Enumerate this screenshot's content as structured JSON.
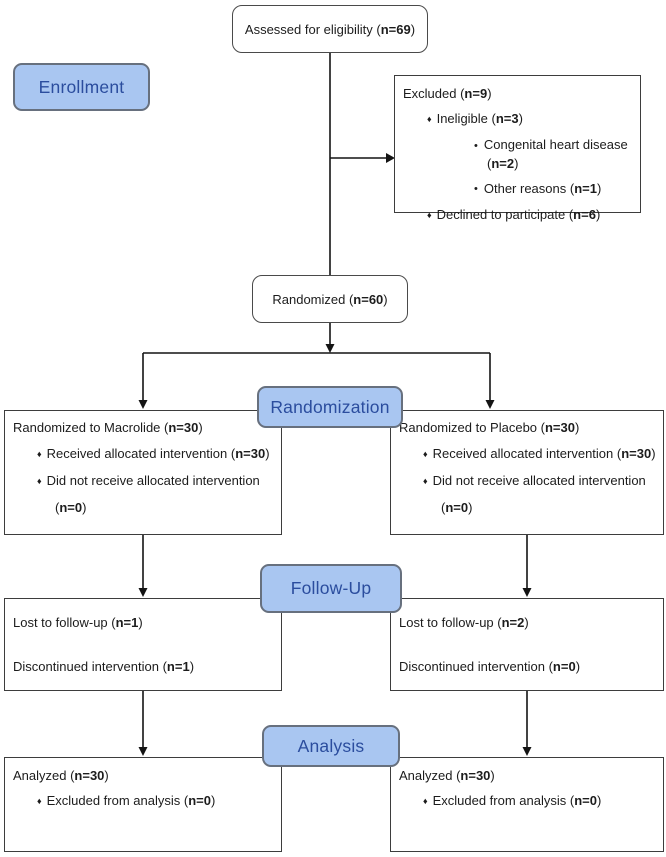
{
  "stages": {
    "enrollment": "Enrollment",
    "randomization": "Randomization",
    "follow_up": "Follow-Up",
    "analysis": "Analysis"
  },
  "flow": {
    "assessed": {
      "text": "Assessed for eligibility (**n=69**)"
    },
    "excluded": {
      "lines": [
        {
          "b": null,
          "t": "Excluded (**n=9**)"
        },
        {
          "b": "d",
          "t": "Ineligible (**n=3**)"
        },
        {
          "b": "c",
          "t": "Congenital heart disease (**n=2**)"
        },
        {
          "b": "c",
          "t": "Other reasons (**n=1**)"
        },
        {
          "b": "d",
          "t": "Declined to participate (**n=6**)"
        }
      ]
    },
    "randomized": {
      "text": "Randomized (**n=60**)"
    },
    "arm_left": {
      "lines": [
        {
          "b": null,
          "t": "Randomized to Macrolide (**n=30**)"
        },
        {
          "b": "d",
          "t": "Received allocated intervention (**n=30**)"
        },
        {
          "b": "d",
          "t": "Did not receive allocated intervention"
        },
        {
          "b": null,
          "cont": true,
          "t": "(**n=0**)"
        }
      ]
    },
    "arm_right": {
      "lines": [
        {
          "b": null,
          "t": "Randomized to Placebo (**n=30**)"
        },
        {
          "b": "d",
          "t": "Received allocated intervention (**n=30**)"
        },
        {
          "b": "d",
          "t": "Did not receive allocated intervention"
        },
        {
          "b": null,
          "cont": true,
          "t": "(**n=0**)"
        }
      ]
    },
    "fu_left": {
      "lines": [
        {
          "b": null,
          "t": "Lost to follow-up (**n=1**)"
        },
        {
          "b": null,
          "t": "Discontinued intervention (**n=1**)"
        }
      ]
    },
    "fu_right": {
      "lines": [
        {
          "b": null,
          "t": "Lost to follow-up (**n=2**)"
        },
        {
          "b": null,
          "t": "Discontinued intervention (**n=0**)"
        }
      ]
    },
    "an_left": {
      "lines": [
        {
          "b": null,
          "t": "Analyzed (**n=30**)"
        },
        {
          "b": "d",
          "t": "Excluded from analysis (**n=0**)"
        }
      ]
    },
    "an_right": {
      "lines": [
        {
          "b": null,
          "t": "Analyzed (**n=30**)"
        },
        {
          "b": "d",
          "t": "Excluded from analysis (**n=0**)"
        }
      ]
    }
  },
  "colors": {
    "stage_fill": "#a9c6f1",
    "stage_border": "#67707e",
    "stage_text": "#2b4d9e",
    "box_border": "#3d3d3d",
    "line": "#141414"
  },
  "icons": {
    "diamond_bullet": "♦",
    "circle_bullet": "•"
  }
}
